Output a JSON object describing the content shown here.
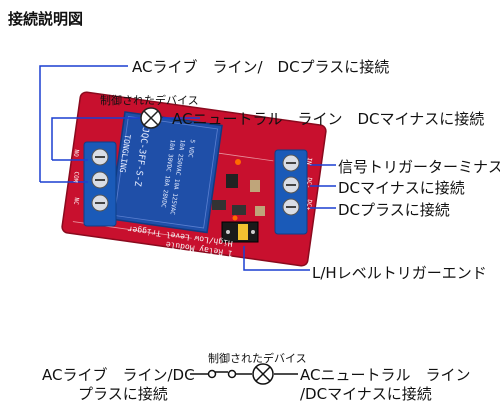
{
  "title": "接続説明図",
  "labels": {
    "ac_live": "ACライブ　ライン/　DCプラスに接続",
    "controlled_device": "制御されたデバイス",
    "ac_neutral": "ACニュートラル　ライン　DCマイナスに接続",
    "signal_terminal": "信号トリガーターミナス",
    "dc_minus": "DCマイナスに接続",
    "dc_plus": "DCプラスに接続",
    "lh_level": "L/Hレベルトリガーエンド"
  },
  "board": {
    "relay_model": "JQC-3FF-S-Z",
    "relay_brand": "TONGLING",
    "relay_coil": "5 VDC",
    "relay_rating_1": "10A 250VAC  10A 125VAC",
    "relay_rating_2": "10A 30VDC  10A 28VDC",
    "module_name_1": "High/Low Level Trigger",
    "module_name_2": "1 Relay Module",
    "pin_no": "NO",
    "pin_com": "COM",
    "pin_nc": "NC",
    "pin_in": "IN",
    "pin_minus": "DC-",
    "pin_plus": "DC+"
  },
  "bottom": {
    "left_line1": "ACライブ　ライン/DC",
    "left_line2": "プラスに接続",
    "controlled_device": "制御されたデバイス",
    "right_line1": "ACニュートラル　ライン",
    "right_line2": "/DCマイナスに接続"
  },
  "colors": {
    "board_red": "#c8102e",
    "relay_blue": "#1f4fa8",
    "terminal_blue": "#1a5ab8",
    "wire_blue": "#1a3fd0",
    "wire_black": "#111111"
  }
}
